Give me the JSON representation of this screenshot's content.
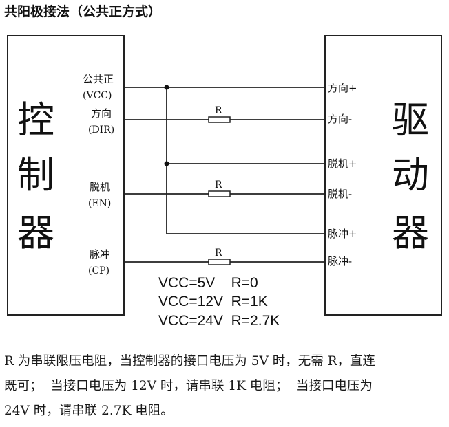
{
  "title": "共阳极接法（公共正方式）",
  "controller": {
    "chars": [
      "控",
      "制",
      "器"
    ]
  },
  "driver": {
    "chars": [
      "驱",
      "动",
      "器"
    ]
  },
  "controller_pins": [
    {
      "name": "公共正",
      "sub": "(VCC)"
    },
    {
      "name": "方向",
      "sub": "(DIR)"
    },
    {
      "name": "脱机",
      "sub": "(EN)"
    },
    {
      "name": "脉冲",
      "sub": "(CP)"
    }
  ],
  "driver_pins": [
    "方向+",
    "方向-",
    "脱机+",
    "脱机-",
    "脉冲+",
    "脉冲-"
  ],
  "resistor_label": "R",
  "table": [
    "VCC=5V    R=0",
    "VCC=12V  R=1K",
    "VCC=24V  R=2.7K"
  ],
  "note_lines": [
    "R 为串联限压电阻，当控制器的接口电压为 5V 时，无需 R，直连",
    "既可；  当接口电压为 12V 时，请串联 1K 电阻；  当接口电压为",
    "24V 时，请串联 2.7K 电阻。"
  ]
}
